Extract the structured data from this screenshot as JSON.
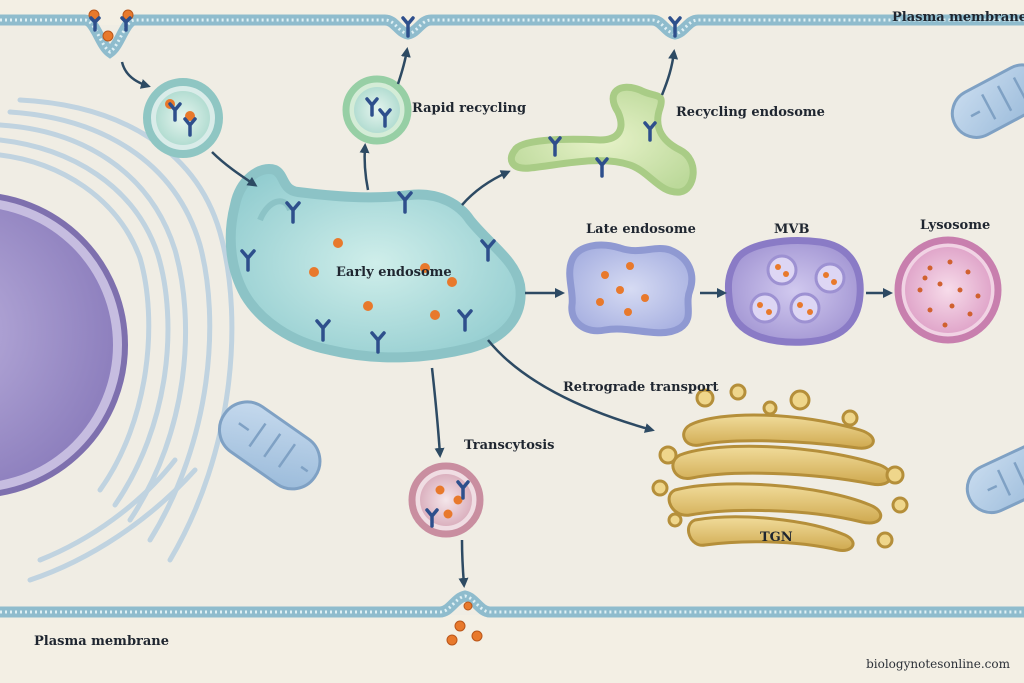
{
  "labels": {
    "plasma_membrane_top": "Plasma membrane",
    "plasma_membrane_bottom": "Plasma membrane",
    "rapid_recycling": "Rapid recycling",
    "recycling_endosome": "Recycling endosome",
    "early_endosome": "Early endosome",
    "late_endosome": "Late endosome",
    "mvb": "MVB",
    "lysosome": "Lysosome",
    "retrograde_transport": "Retrograde transport",
    "transcytosis": "Transcytosis",
    "tgn": "TGN"
  },
  "credit": "biologynotesonline.com",
  "colors": {
    "background": "#f3efe4",
    "membrane": "#8fbccd",
    "receptor": "#2e4f8c",
    "cargo": "#e8792c",
    "early_endosome": "#a9d9d8",
    "recycling_endosome": "#cfe5a9",
    "late_endosome": "#b9c0e6",
    "mvb": "#b4a9dc",
    "lysosome": "#e7b3d3",
    "golgi": "#e3c97a",
    "nucleus": "#9b8ec6",
    "arrow": "#2d4a63"
  }
}
